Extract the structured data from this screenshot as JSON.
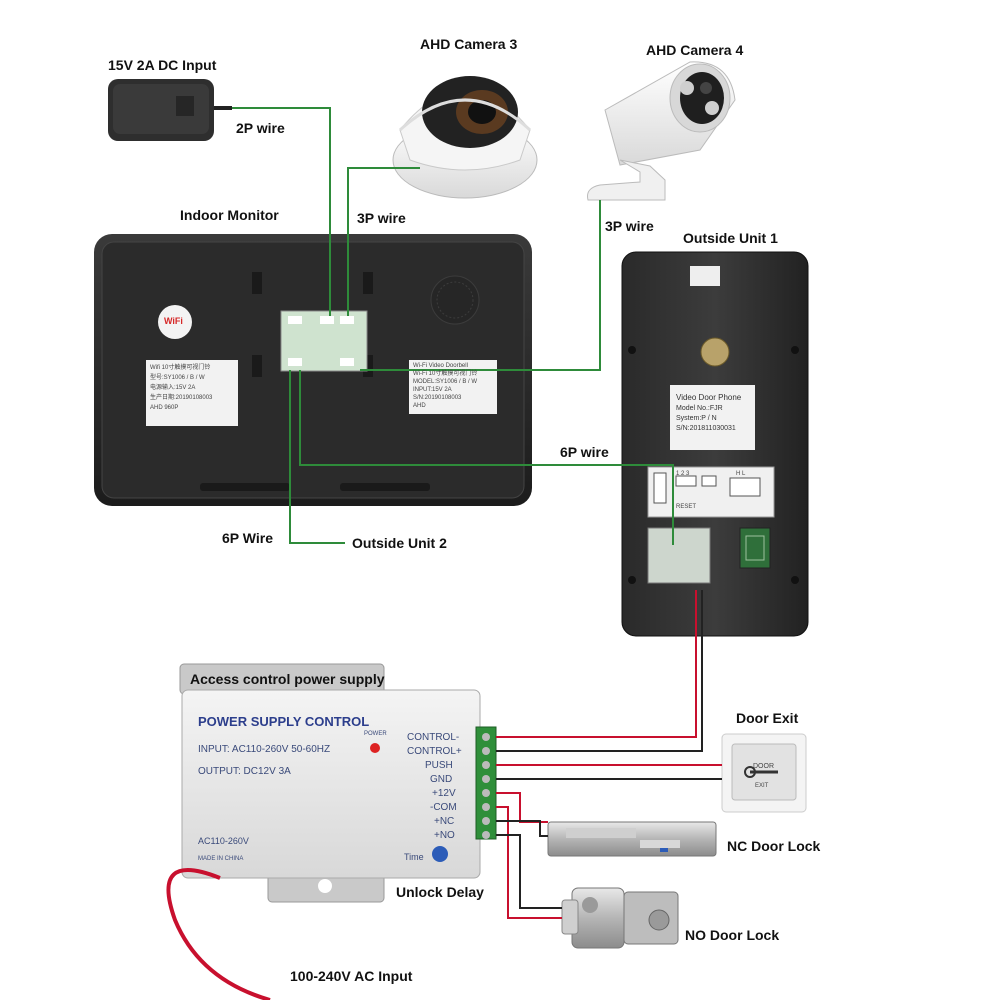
{
  "labels": {
    "dc_input": "15V 2A DC  Input",
    "wire_2p": "2P wire",
    "camera3": "AHD Camera 3",
    "camera4": "AHD Camera 4",
    "wire_3p_a": "3P wire",
    "wire_3p_b": "3P wire",
    "indoor_monitor": "Indoor Monitor",
    "outside_unit_1": "Outside Unit 1",
    "wire_6p_a": "6P wire",
    "wire_6p_b": "6P Wire",
    "outside_unit_2": "Outside Unit 2",
    "access_psu": "Access control power supply",
    "door_exit": "Door Exit",
    "nc_lock": "NC Door Lock",
    "no_lock": "NO Door Lock",
    "unlock_delay": "Unlock Delay",
    "ac_input": "100-240V  AC Input"
  },
  "monitor": {
    "wifi": "WiFi",
    "left_sticker": [
      "Wifi 10寸触摸可视门铃",
      "型号:SY1006 / B / W",
      "电源输入:15V 2A",
      "生产日期:20190108003",
      "AHD 960P"
    ],
    "right_sticker": [
      "Wi-Fi Video Doorbell",
      "Wi-Fi 10寸触摸可视门铃",
      "MODEL:SY1006 / B / W",
      "INPUT:15V 2A",
      "S/N:20190108003",
      "AHD"
    ]
  },
  "outside_unit": {
    "sticker": [
      "Video Door Phone",
      "Model No.:FJR",
      "System:P / N",
      "S/N:201811030031"
    ],
    "terminals": [
      "1 2 3",
      "RESET",
      "H L"
    ]
  },
  "psu": {
    "title": "POWER SUPPLY CONTROL",
    "power_led": "POWER",
    "input": "INPUT: AC110-260V 50-60HZ",
    "output": "OUTPUT:  DC12V  3A",
    "ac_range": "AC110-260V",
    "made_in": "MADE IN CHINA",
    "time": "Time",
    "terminals": [
      "CONTROL-",
      "CONTROL+",
      "PUSH",
      "GND",
      "+12V",
      "-COM",
      "+NC",
      "+NO"
    ]
  },
  "exit_button": {
    "door": "DOOR",
    "exit": "EXIT"
  },
  "colors": {
    "green_wire": "#2e8b3a",
    "red_wire": "#c8102e",
    "black_wire": "#222222",
    "psu_text": "#2c3e8c"
  }
}
